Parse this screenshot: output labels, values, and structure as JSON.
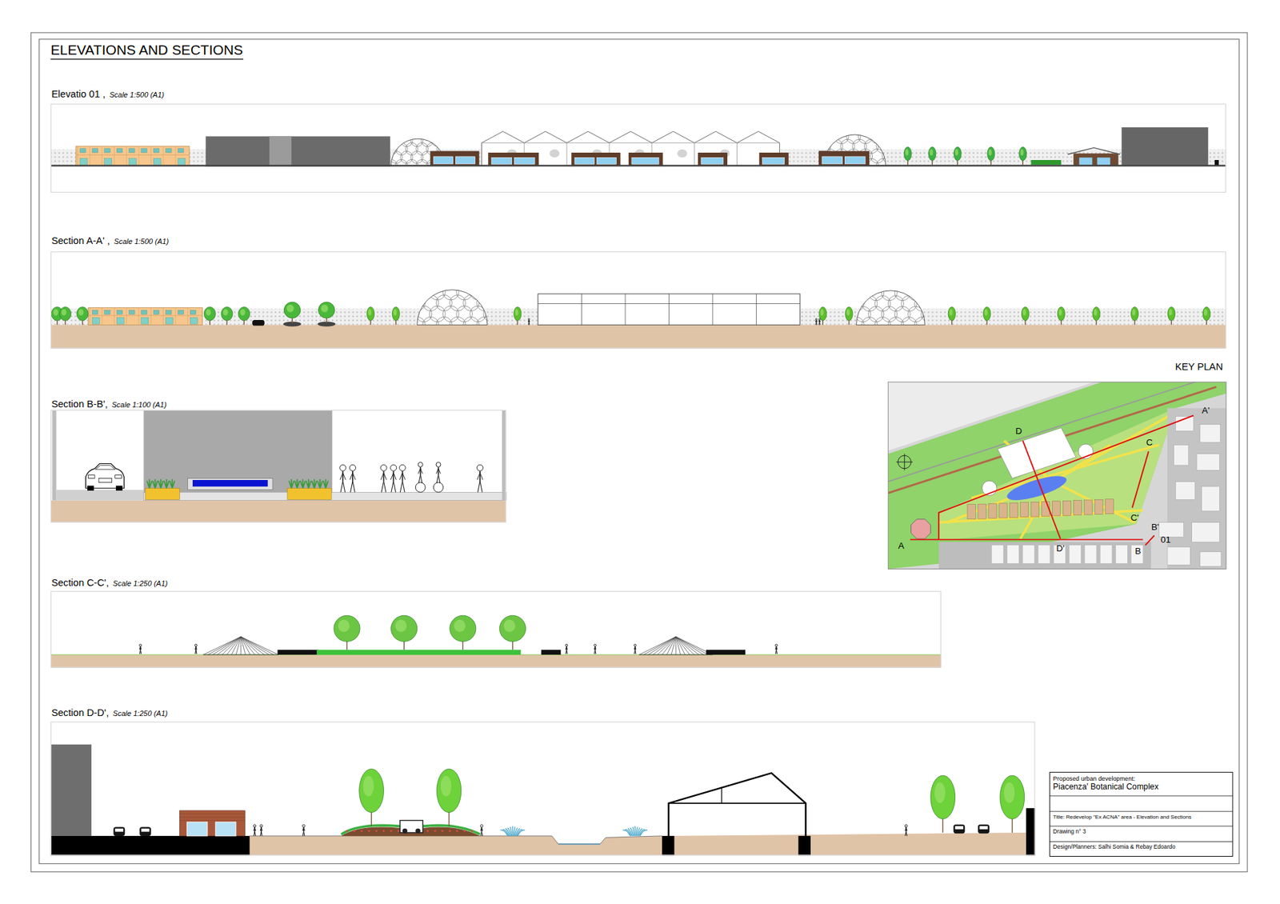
{
  "diagram": {
    "title": "ELEVATIONS AND SECTIONS",
    "nodes": [
      {
        "text": [
          "Elevatio 01 ,",
          "Scale 1:500 (A1)"
        ]
      },
      {
        "text": [
          "Section A-A' ,",
          "Scale 1:500 (A1)"
        ]
      },
      {
        "text": [
          "KEY PLAN"
        ]
      },
      {
        "text": [
          "Section B-B',",
          "Scale 1:100 (A1)"
        ]
      },
      {
        "text": [
          "Section C-C',",
          "Scale 1:250 (A1)"
        ]
      },
      {
        "text": [
          "Section D-D',",
          "Scale 1:250 (A1)"
        ]
      },
      {
        "text": [
          "Proposed urban development:",
          "Piacenza' Botanical Complex"
        ]
      },
      {
        "text": [
          "Title: Redevelop \"Ex ACNA\" area - Elevation and Sections"
        ]
      },
      {
        "text": [
          "Drawing n° 3"
        ]
      },
      {
        "text": [
          "Design/Planners: Salhi Somia & Rebay Edoardo"
        ]
      }
    ],
    "labels": [
      "D",
      "A'",
      "C",
      "C'",
      "B'",
      "01",
      "A",
      "D'",
      "B"
    ]
  }
}
